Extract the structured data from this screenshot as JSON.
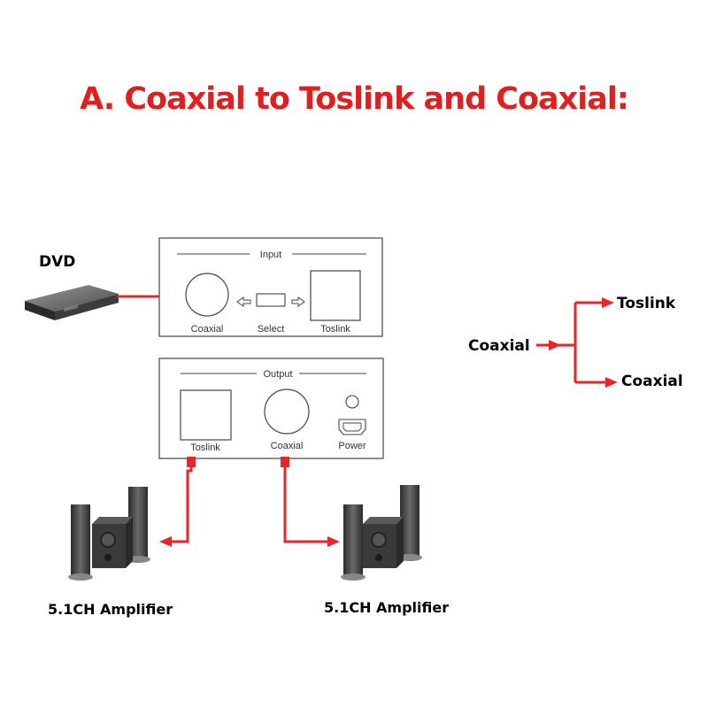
{
  "title": "A. Coaxial to Toslink and Coaxial:",
  "colors": {
    "accent": "#e02020",
    "line": "#444444",
    "cable": "#e8262a"
  },
  "source": {
    "label": "DVD",
    "icon": "dvd-player-icon"
  },
  "input_panel": {
    "heading": "Input",
    "ports": [
      {
        "label": "Coaxial",
        "icon": "coaxial-port-icon"
      },
      {
        "label": "Select",
        "icon": "select-button-icon"
      },
      {
        "label": "Toslink",
        "icon": "toslink-port-icon"
      }
    ]
  },
  "output_panel": {
    "heading": "Output",
    "ports": [
      {
        "label": "Toslink",
        "icon": "toslink-port-icon"
      },
      {
        "label": "Coaxial",
        "icon": "coaxial-port-icon"
      },
      {
        "label": "Power",
        "icon": "power-port-icon"
      }
    ]
  },
  "outputs": [
    {
      "label": "5.1CH Amplifier",
      "icon": "speaker-system-icon"
    },
    {
      "label": "5.1CH Amplifier",
      "icon": "speaker-system-icon"
    }
  ],
  "signal_flow": {
    "input": "Coaxial",
    "outputs": [
      "Toslink",
      "Coaxial"
    ]
  }
}
